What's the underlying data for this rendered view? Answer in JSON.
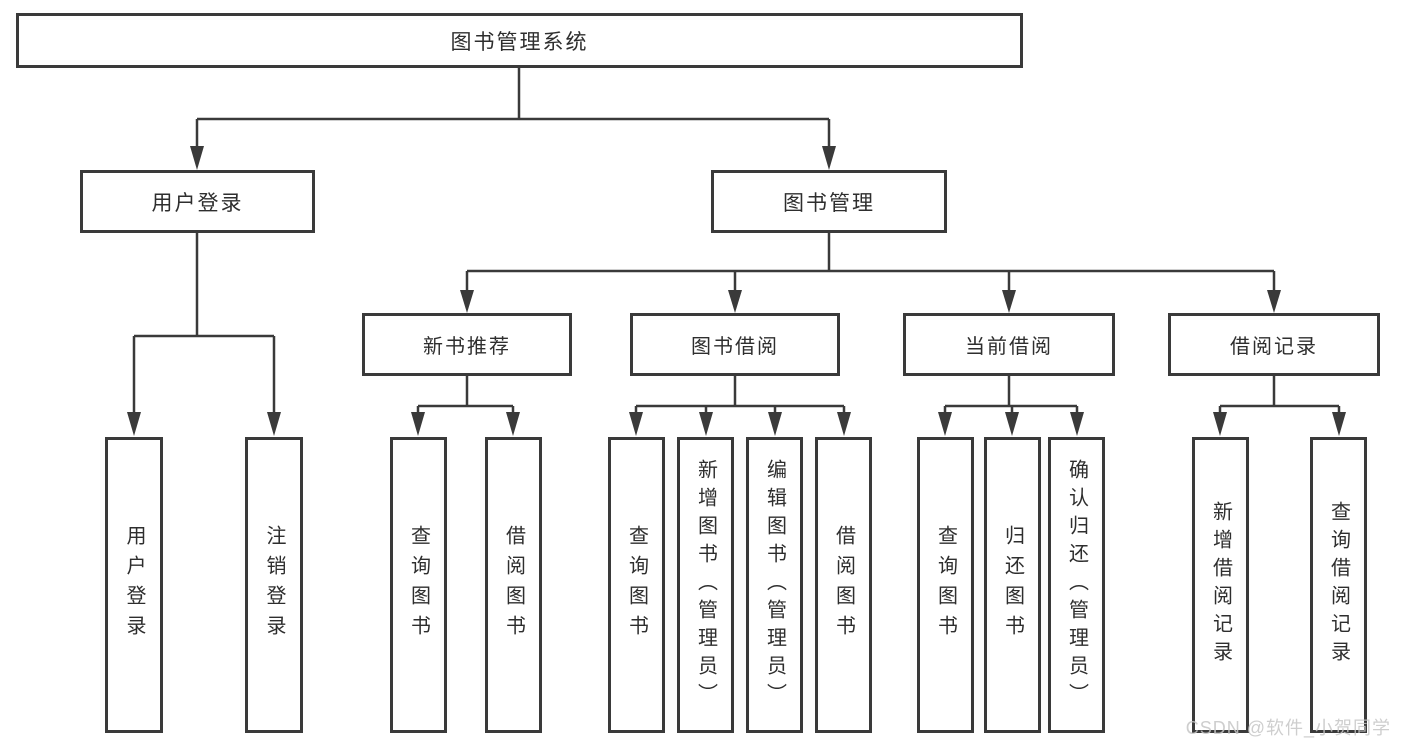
{
  "diagram": {
    "root": {
      "label": "图书管理系统"
    },
    "branches": [
      {
        "label": "用户登录",
        "children": [
          {
            "label": "用户登录"
          },
          {
            "label": "注销登录"
          }
        ]
      },
      {
        "label": "图书管理",
        "children": [
          {
            "label": "新书推荐",
            "children": [
              {
                "label": "查询图书"
              },
              {
                "label": "借阅图书"
              }
            ]
          },
          {
            "label": "图书借阅",
            "children": [
              {
                "label": "查询图书"
              },
              {
                "label": "新增图书（管理员）"
              },
              {
                "label": "编辑图书（管理员）"
              },
              {
                "label": "借阅图书"
              }
            ]
          },
          {
            "label": "当前借阅",
            "children": [
              {
                "label": "查询图书"
              },
              {
                "label": "归还图书"
              },
              {
                "label": "确认归还（管理员）"
              }
            ]
          },
          {
            "label": "借阅记录",
            "children": [
              {
                "label": "新增借阅记录"
              },
              {
                "label": "查询借阅记录"
              }
            ]
          }
        ]
      }
    ]
  },
  "watermark": {
    "text": "CSDN @软件_小贺同学"
  },
  "colors": {
    "line": "#3a3a3a",
    "box_border": "#3a3a3a",
    "text": "#2e2e2e",
    "watermark": "#c6c6c6",
    "background": "#ffffff"
  }
}
